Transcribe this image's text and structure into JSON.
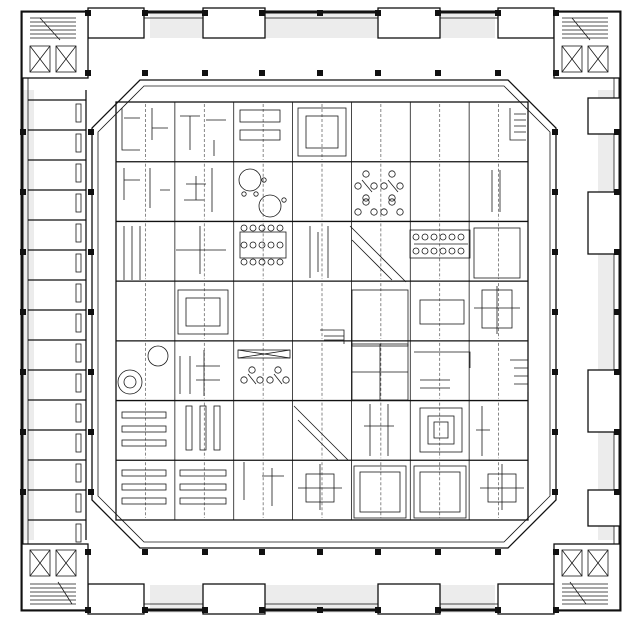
{
  "drawing": {
    "kind": "architectural floor plan",
    "grid": {
      "rows": 7,
      "cols": 7
    },
    "colors": {
      "line": "#111111",
      "shade": "#ececec",
      "paper": "#ffffff"
    },
    "icons": [
      "stair-icon",
      "elevator-icon",
      "column-icon",
      "table-icon",
      "chair-icon"
    ]
  }
}
